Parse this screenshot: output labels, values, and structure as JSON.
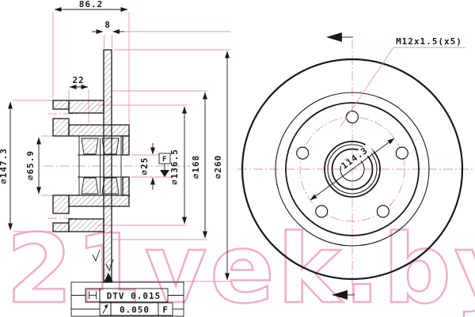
{
  "colors": {
    "line": "#1a1a1a",
    "accent": "#e59aa8",
    "watermark_pink": "#f2aec3"
  },
  "watermark": {
    "text": "21vek.by"
  },
  "section_view": {
    "width_label": "86.2",
    "thickness_label": "8",
    "seat_width_label": "22",
    "flange_diameter_label": "⌀147.3",
    "bearing_diameter_label": "⌀65.9",
    "bore_diameter_label": "⌀25",
    "hat_diameter_label": "⌀136.5",
    "friction_inner_diameter_label": "⌀168",
    "outer_diameter_label": "⌀260",
    "datum_flag_label": "F"
  },
  "front_view": {
    "thread_callout": "M12x1.5(x5)",
    "bolt_circle_label": "114.3"
  },
  "tolerance_frames": {
    "row1_symbol_icon": "dtv-ibeam-symbol",
    "row1_text": "DTV 0.015",
    "row2_symbol_icon": "circular-runout-symbol",
    "row2_value": "0.050",
    "row2_datum": "F"
  }
}
